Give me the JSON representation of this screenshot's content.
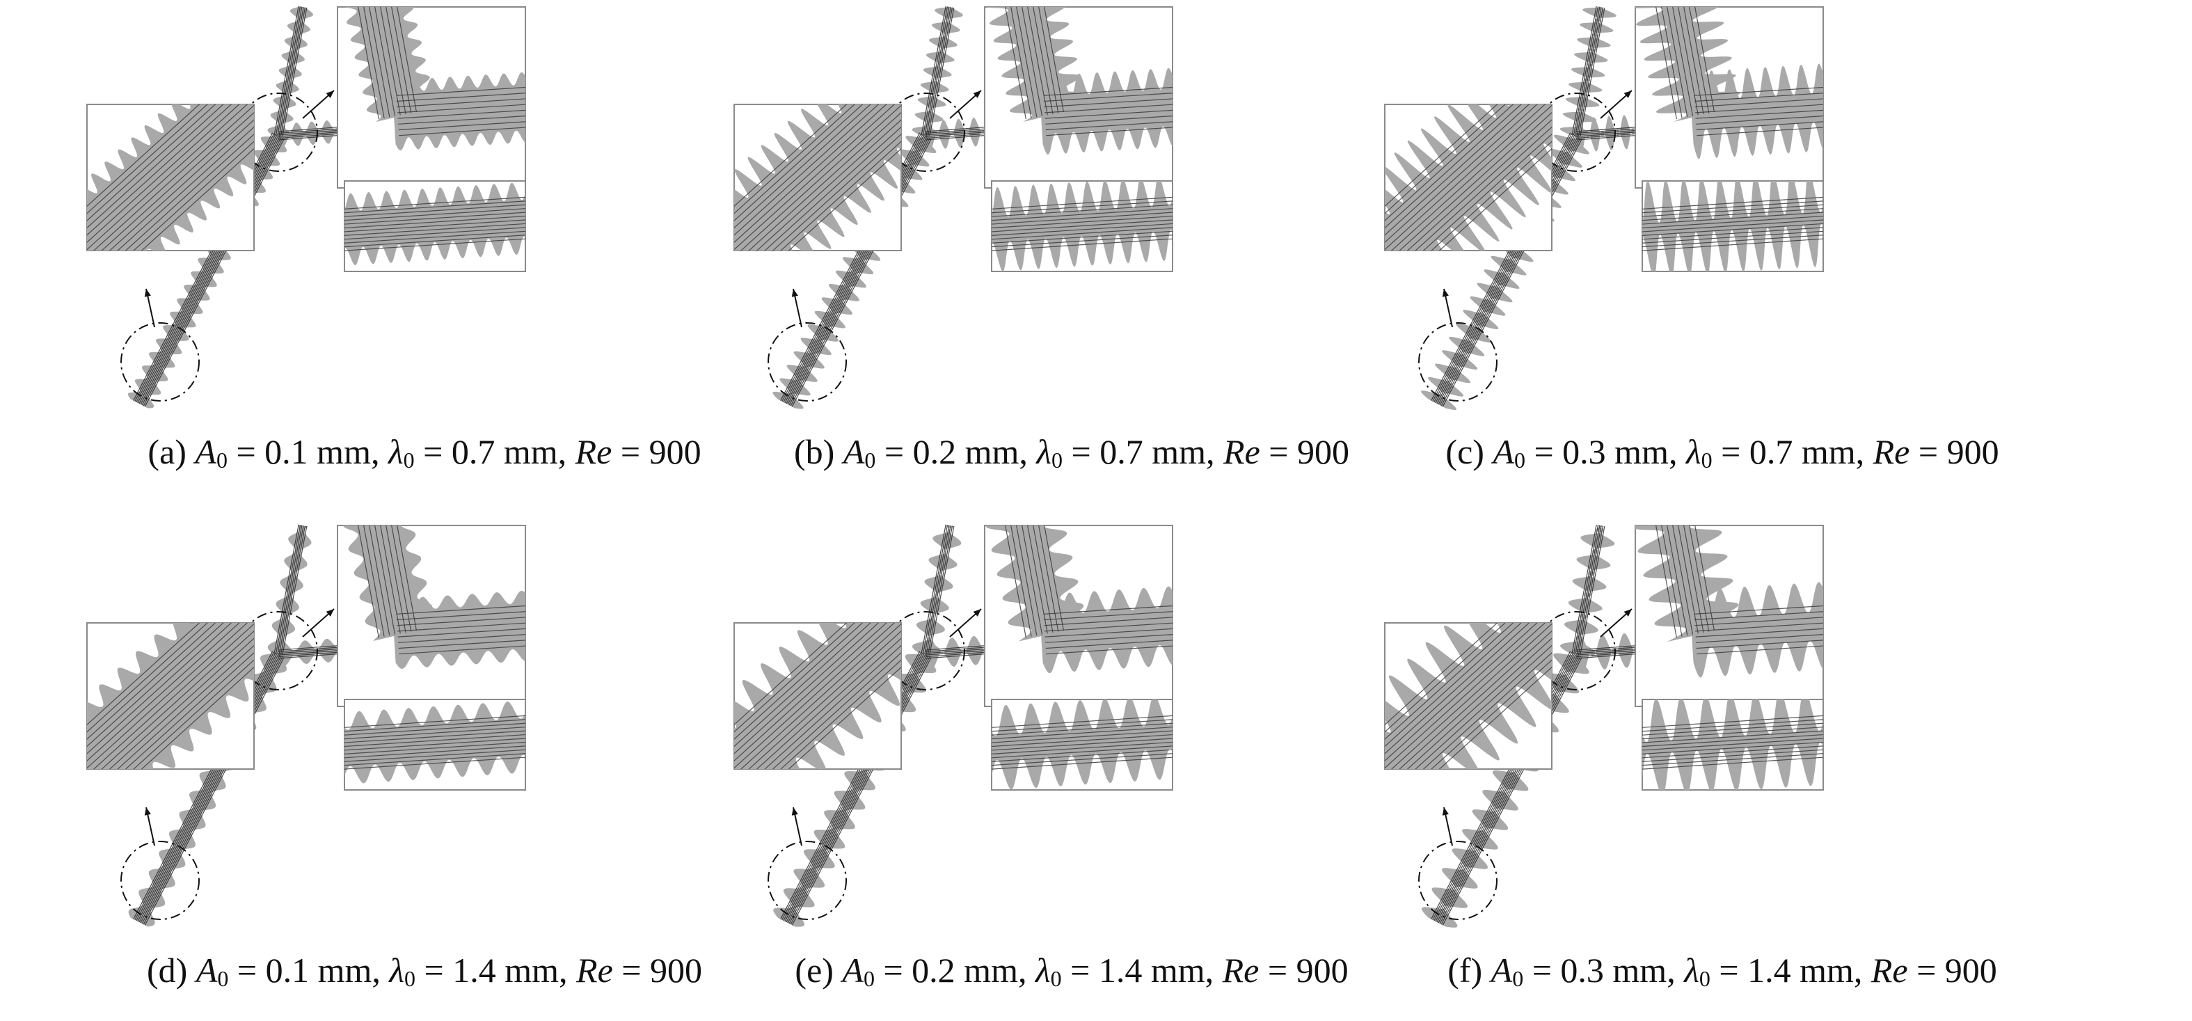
{
  "figure": {
    "panels": [
      {
        "id": "a",
        "label": "(a)",
        "A0": "0.1",
        "lambda0": "0.7",
        "Re": "900",
        "amp": 0.1,
        "wave": 0.7
      },
      {
        "id": "b",
        "label": "(b)",
        "A0": "0.2",
        "lambda0": "0.7",
        "Re": "900",
        "amp": 0.2,
        "wave": 0.7
      },
      {
        "id": "c",
        "label": "(c)",
        "A0": "0.3",
        "lambda0": "0.7",
        "Re": "900",
        "amp": 0.3,
        "wave": 0.7
      },
      {
        "id": "d",
        "label": "(d)",
        "A0": "0.1",
        "lambda0": "1.4",
        "Re": "900",
        "amp": 0.1,
        "wave": 1.4
      },
      {
        "id": "e",
        "label": "(e)",
        "A0": "0.2",
        "lambda0": "1.4",
        "Re": "900",
        "amp": 0.2,
        "wave": 1.4
      },
      {
        "id": "f",
        "label": "(f)",
        "A0": "0.3",
        "lambda0": "1.4",
        "Re": "900",
        "amp": 0.3,
        "wave": 1.4
      }
    ],
    "symbols": {
      "A": "A",
      "sub0": "0",
      "lambda": "λ",
      "Re": "Re",
      "unit": "mm",
      "eq": "="
    },
    "colors": {
      "fluid": "#a9a9a9",
      "wall": "#2a2a2a",
      "streamline": "#3a3a3a",
      "frame": "#8a8a8a"
    }
  }
}
